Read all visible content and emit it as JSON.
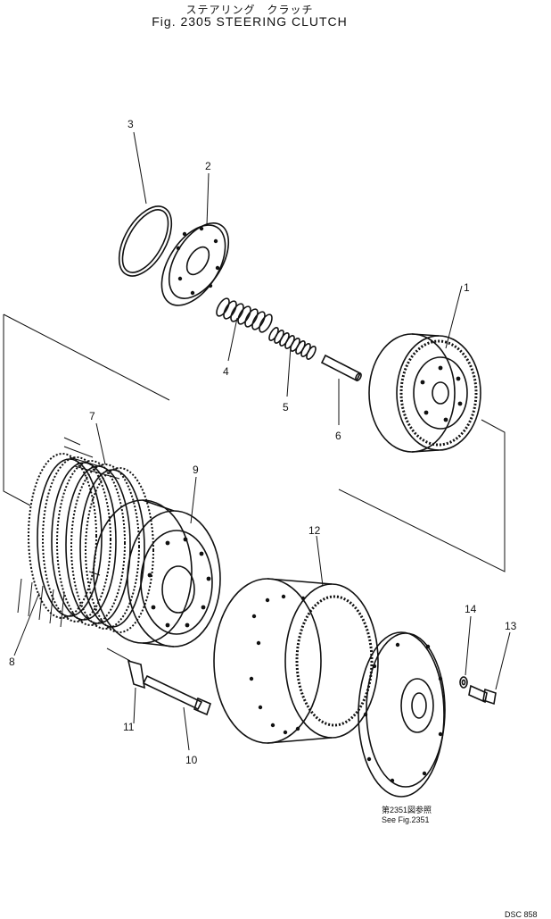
{
  "header": {
    "title_jp": "ステアリング　クラッチ",
    "title_en": "Fig. 2305  STEERING  CLUTCH"
  },
  "callouts": {
    "p1": "1",
    "p2": "2",
    "p3": "3",
    "p4": "4",
    "p5": "5",
    "p6": "6",
    "p7": "7",
    "p8": "8",
    "p9": "9",
    "p10": "10",
    "p11": "11",
    "p12": "12",
    "p13": "13",
    "p14": "14"
  },
  "reference_note": {
    "line1": "第2351図参照",
    "line2": "See  Fig.2351"
  },
  "corner_code": "DSC 858"
}
